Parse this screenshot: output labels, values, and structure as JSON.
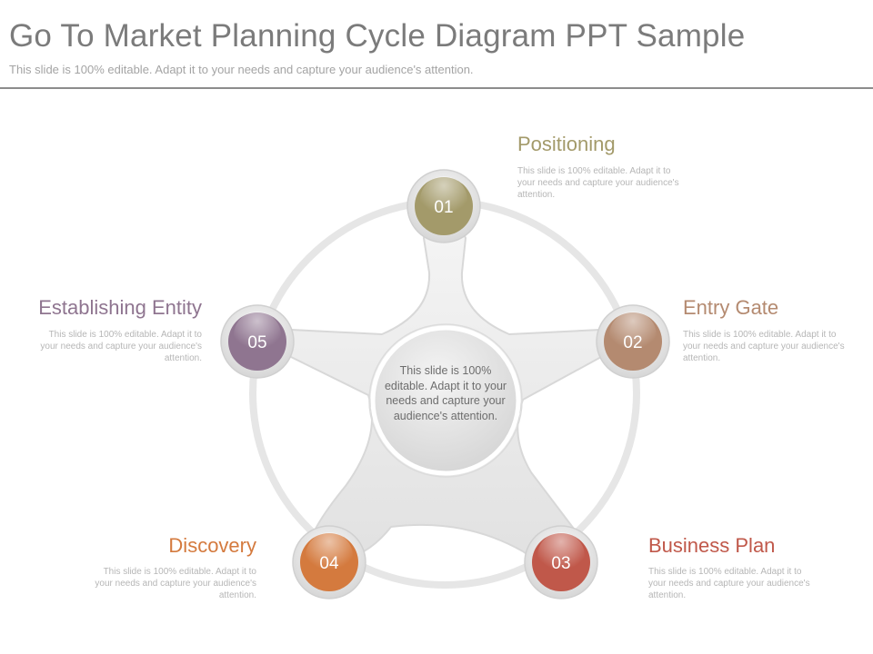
{
  "header": {
    "title": "Go To Market Planning Cycle Diagram PPT Sample",
    "subtitle": "This slide is 100% editable. Adapt it to your needs and capture your audience's attention."
  },
  "center": {
    "text": "This slide is 100% editable. Adapt it to your needs and capture your audience's attention."
  },
  "steps": [
    {
      "number": "01",
      "title": "Positioning",
      "description": "This slide is 100% editable. Adapt it to your needs and capture your audience's attention.",
      "color": "#a39a6a"
    },
    {
      "number": "02",
      "title": "Entry Gate",
      "description": "This slide is 100% editable. Adapt it to your needs and capture your audience's attention.",
      "color": "#b48a70"
    },
    {
      "number": "03",
      "title": "Business Plan",
      "description": "This slide is 100% editable. Adapt it to your needs and capture your audience's attention.",
      "color": "#c0584a"
    },
    {
      "number": "04",
      "title": "Discovery",
      "description": "This slide is 100% editable. Adapt it to your needs and capture your audience's attention.",
      "color": "#d47a3e"
    },
    {
      "number": "05",
      "title": "Establishing Entity",
      "description": "This slide is 100% editable. Adapt it to your needs and capture your audience's attention.",
      "color": "#8f7590"
    }
  ]
}
